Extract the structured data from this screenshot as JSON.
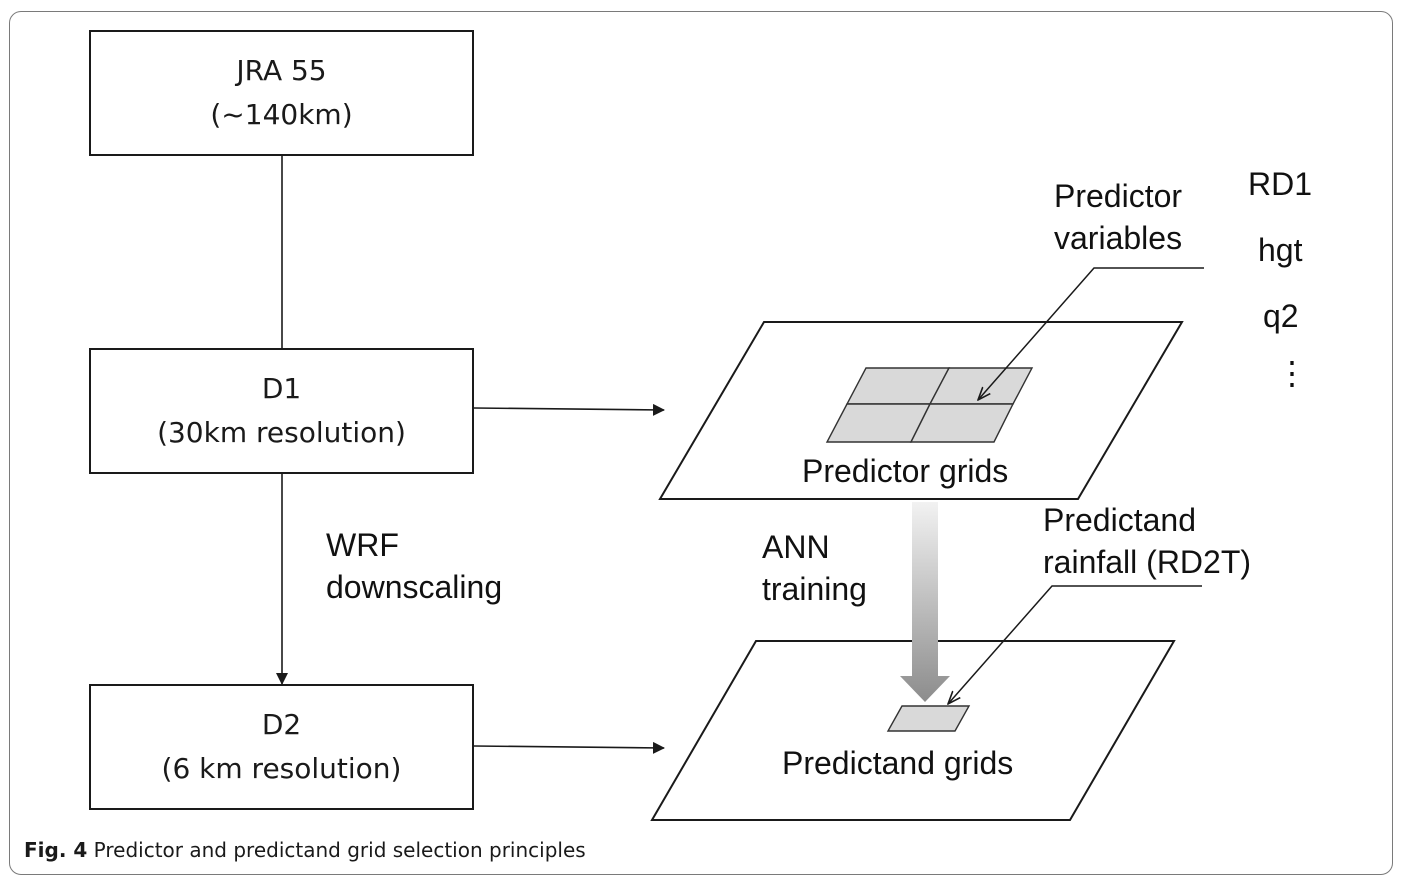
{
  "boxes": {
    "jra": {
      "line1": "JRA 55",
      "line2": "(~140km)"
    },
    "d1": {
      "line1": "D1",
      "line2": "(30km resolution)"
    },
    "d2": {
      "line1": "D2",
      "line2": "(6 km resolution)"
    }
  },
  "labels": {
    "wrf": {
      "line1": "WRF",
      "line2": "downscaling"
    },
    "ann": {
      "line1": "ANN",
      "line2": "training"
    },
    "predictor_variables": {
      "line1": "Predictor",
      "line2": "variables"
    },
    "predictand_rainfall": {
      "line1": "Predictand",
      "line2": "rainfall (RD2T)"
    },
    "predictor_grids": "Predictor grids",
    "predictand_grids": "Predictand grids"
  },
  "variables": [
    "RD1",
    "hgt",
    "q2",
    "⋮"
  ],
  "caption": {
    "label": "Fig. 4",
    "text": " Predictor and predictand grid selection principles"
  },
  "colors": {
    "cell_fill": "#d9d9d9",
    "line": "#1a1a1a",
    "frame": "#7a7a7a"
  }
}
